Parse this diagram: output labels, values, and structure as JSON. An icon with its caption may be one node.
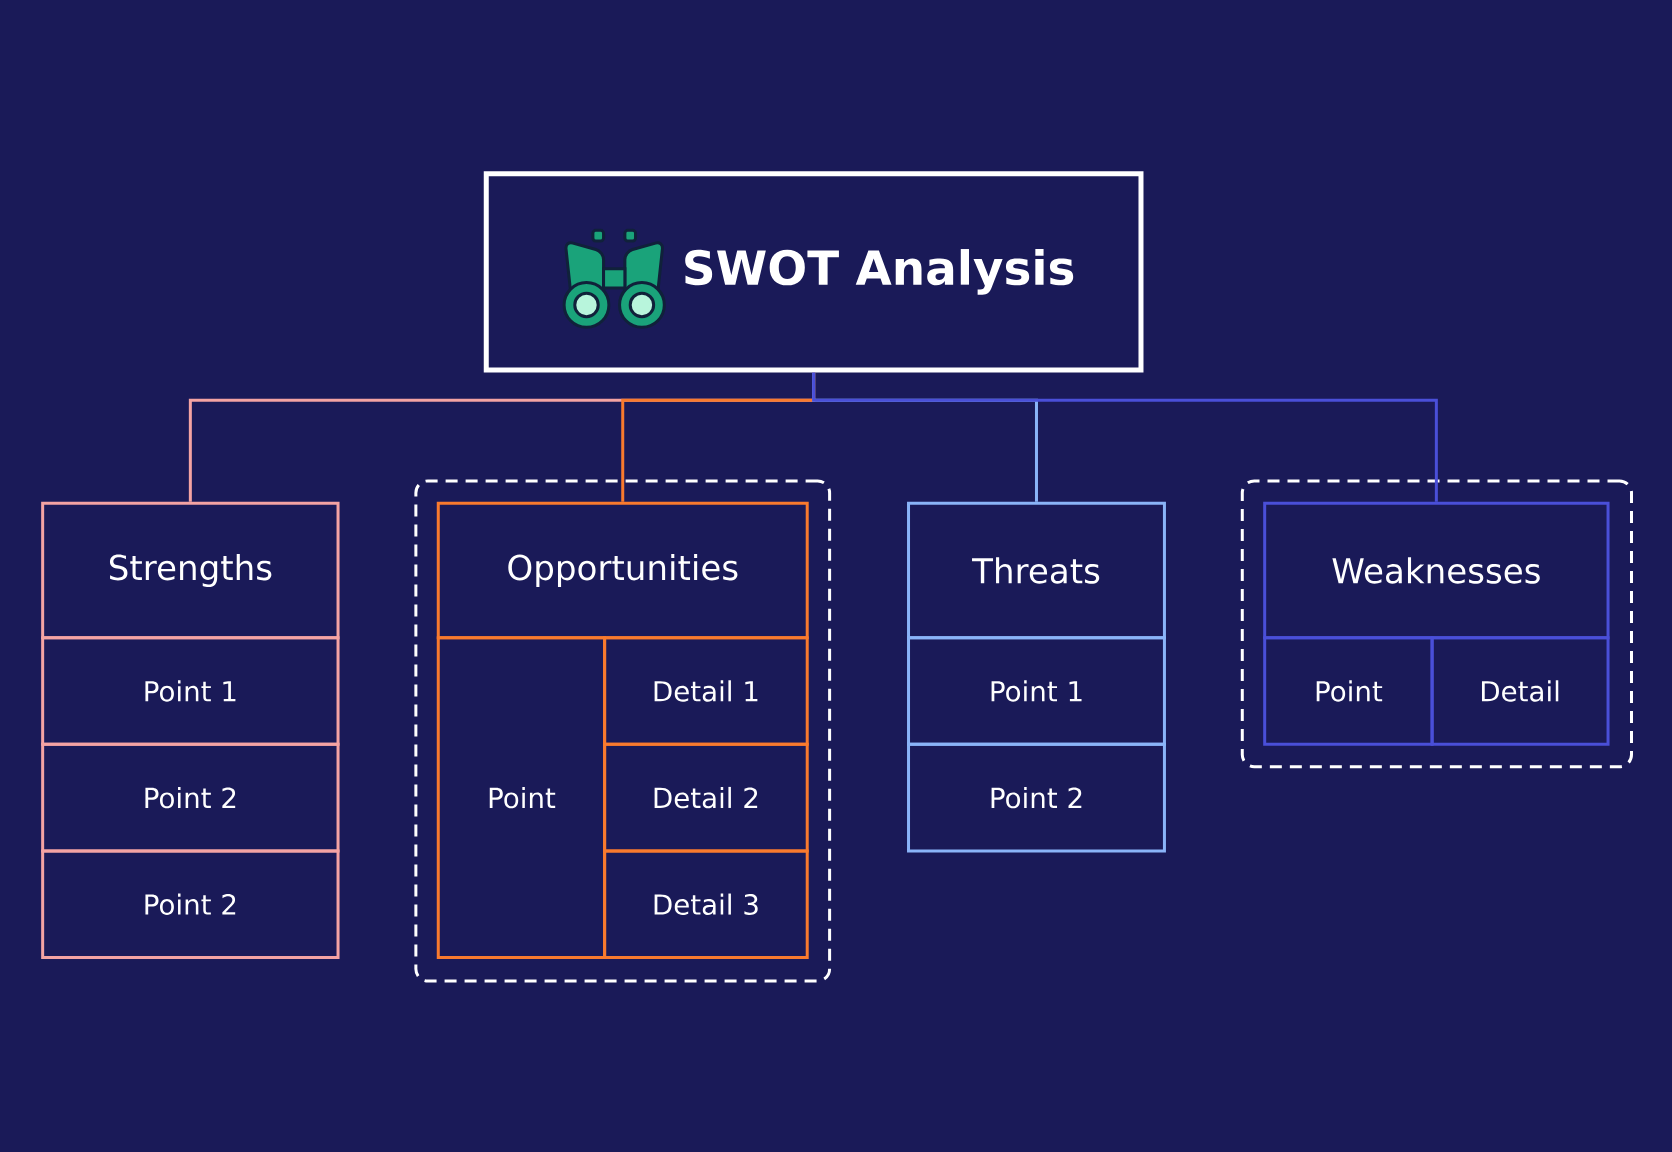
{
  "diagram": {
    "nodes": [
      {
        "text": [
          "SWOT Analysis"
        ]
      },
      {
        "text": [
          "Strengths"
        ]
      },
      {
        "text": [
          "Point 1"
        ]
      },
      {
        "text": [
          "Point 2"
        ]
      },
      {
        "text": [
          "Point 2"
        ]
      },
      {
        "text": [],
        "shape": "box"
      },
      {
        "text": [
          "Opportunities"
        ],
        "in": 5
      },
      {
        "text": [
          "Point"
        ],
        "in": 5
      },
      {
        "text": [
          "Detail 1"
        ],
        "in": 5
      },
      {
        "text": [
          "Detail 2"
        ],
        "in": 5
      },
      {
        "text": [
          "Detail 3"
        ],
        "in": 5
      },
      {
        "text": [
          "Threats"
        ]
      },
      {
        "text": [
          "Point 1"
        ]
      },
      {
        "text": [
          "Point 2"
        ]
      },
      {
        "text": [],
        "shape": "box"
      },
      {
        "text": [
          "Weaknesses"
        ],
        "in": 14
      },
      {
        "text": [
          "Point"
        ],
        "in": 14
      },
      {
        "text": [
          "Detail"
        ],
        "in": 14
      }
    ],
    "edges": [
      {
        "from": 0,
        "to": 1,
        "arrow": "none",
        "color": "#f4a3a3"
      },
      {
        "from": 0,
        "to": 6,
        "arrow": "none",
        "color": "#f97a2e"
      },
      {
        "from": 0,
        "to": 11,
        "arrow": "none",
        "color": "#8ab4f8"
      },
      {
        "from": 0,
        "to": 15,
        "arrow": "none",
        "color": "#4a4fd8"
      }
    ]
  }
}
